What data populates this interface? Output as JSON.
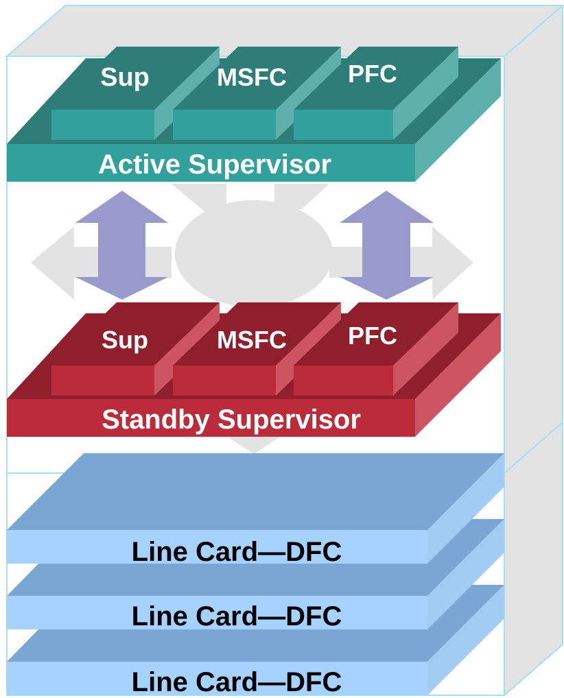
{
  "active_supervisor": {
    "label": "Active Supervisor",
    "modules": [
      "Sup",
      "MSFC",
      "PFC"
    ],
    "colors": {
      "top": "#2e7d78",
      "front": "#33a19b",
      "side": "#5db0ab"
    }
  },
  "standby_supervisor": {
    "label": "Standby Supervisor",
    "modules": [
      "Sup",
      "MSFC",
      "PFC"
    ],
    "colors": {
      "top": "#8f1f2c",
      "front": "#bb2b39",
      "side": "#cc5561"
    }
  },
  "line_cards": [
    {
      "label": "Line Card—DFC"
    },
    {
      "label": "Line Card—DFC"
    },
    {
      "label": "Line Card—DFC"
    }
  ],
  "line_card_colors": {
    "top": "#79a6d2",
    "front": "#a6d2ff",
    "side": "#a3ccf5"
  },
  "chassis_colors": {
    "top": "#e3e3e3",
    "side": "#e3e3e3",
    "edge": "#a6e0f2"
  },
  "arrow_colors": {
    "sync": "#9999cc",
    "background": "#e3e3e3"
  }
}
